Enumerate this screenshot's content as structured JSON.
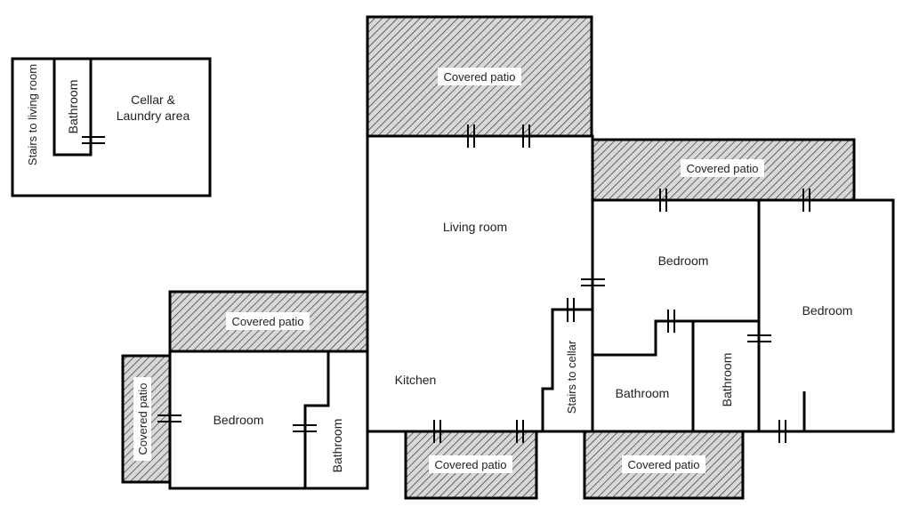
{
  "colors": {
    "wall": "#000000",
    "hatch_bg": "#d8d8d8",
    "hatch_line": "#333333",
    "background": "#ffffff"
  },
  "labels": {
    "stairs_to_living_room": "Stairs to living room",
    "cellar_bathroom": "Bathroom",
    "cellar_line1": "Cellar &",
    "cellar_line2": "Laundry area",
    "patio_top": "Covered patio",
    "patio_right_top": "Covered patio",
    "patio_left": "Covered patio",
    "patio_left_vertical": "Covered patio",
    "patio_bottom_mid": "Covered patio",
    "patio_bottom_right": "Covered patio",
    "living_room": "Living room",
    "kitchen": "Kitchen",
    "bedroom_center": "Bedroom",
    "bedroom_right": "Bedroom",
    "bedroom_left": "Bedroom",
    "bathroom_center": "Bathroom",
    "bathroom_small": "Bathroom",
    "bathroom_left": "Bathroom",
    "stairs_to_cellar": "Stairs to cellar"
  }
}
